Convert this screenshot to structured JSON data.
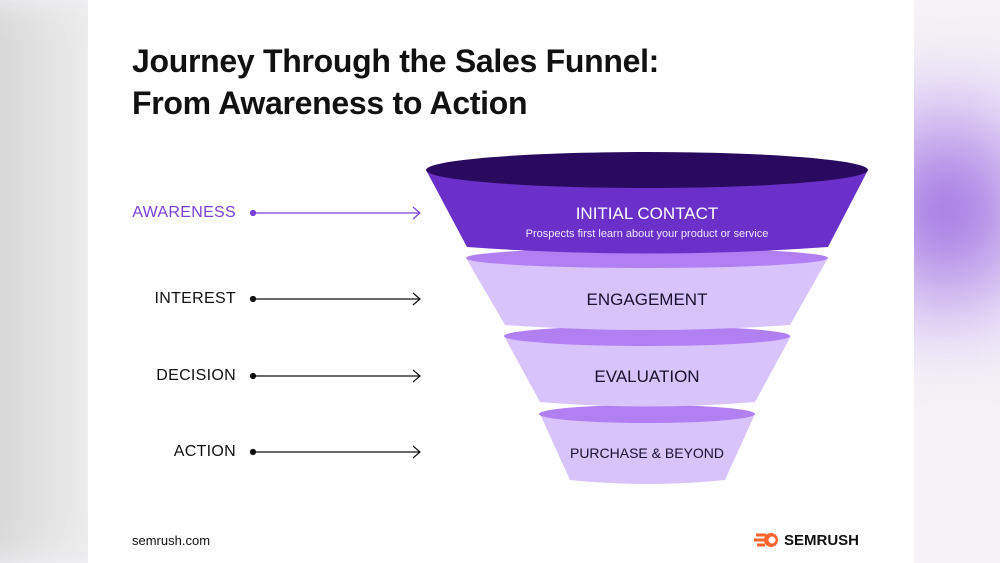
{
  "title": {
    "line1": "Journey Through the Sales Funnel:",
    "line2": "From Awareness to Action"
  },
  "stages": [
    {
      "label": "AWARENESS",
      "funnel_label": "INITIAL CONTACT",
      "description": "Prospects first learn about your product or service"
    },
    {
      "label": "INTEREST",
      "funnel_label": "ENGAGEMENT"
    },
    {
      "label": "DECISION",
      "funnel_label": "EVALUATION"
    },
    {
      "label": "ACTION",
      "funnel_label": "PURCHASE & BEYOND"
    }
  ],
  "footer": {
    "site": "semrush.com",
    "brand": "SEMRUSH"
  },
  "colors": {
    "accent": "#7a3fd6",
    "dark": "#2a0a5e",
    "top": "#6b30c9",
    "light": "#d9c3fb",
    "rim": "#b27ff3",
    "logo": "#ff642d"
  }
}
